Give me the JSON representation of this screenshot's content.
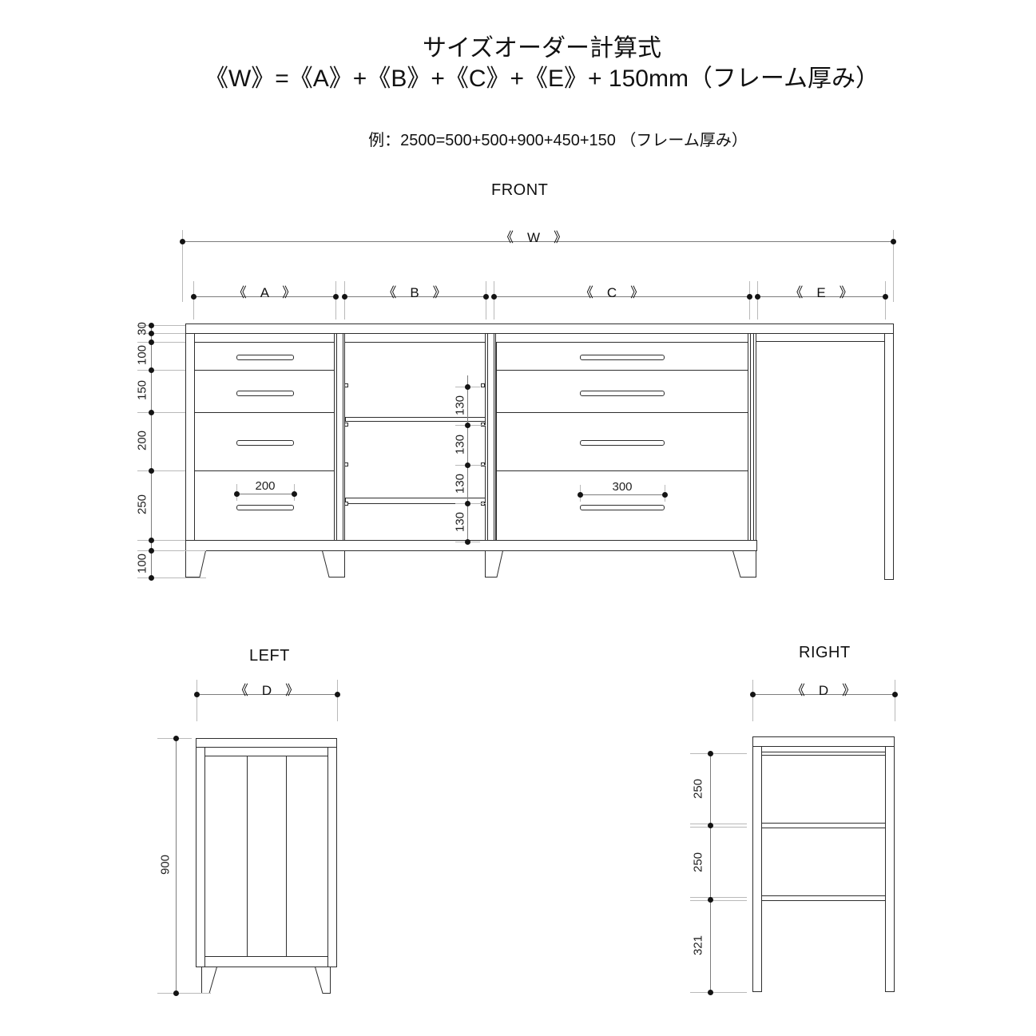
{
  "header": {
    "title": "サイズオーダー計算式",
    "formula": "《W》=《A》+《B》+《C》+《E》+ 150mm（フレーム厚み）",
    "example": "例：2500=500+500+900+450+150 （フレーム厚み）"
  },
  "front": {
    "title": "FRONT",
    "w_label": "《　W　》",
    "a_label": "《　A　》",
    "b_label": "《　B　》",
    "c_label": "《　C　》",
    "e_label": "《　E　》",
    "height_chain": [
      "30",
      "100",
      "150",
      "200",
      "250",
      "100"
    ],
    "shelf_chain": [
      "130",
      "130",
      "130",
      "130"
    ],
    "handle_a_width": "200",
    "handle_c_width": "300"
  },
  "left_view": {
    "title": "LEFT",
    "d_label": "《　D　》",
    "height": "900"
  },
  "right_view": {
    "title": "RIGHT",
    "d_label": "《　D　》",
    "chain": [
      "250",
      "250",
      "321"
    ]
  }
}
